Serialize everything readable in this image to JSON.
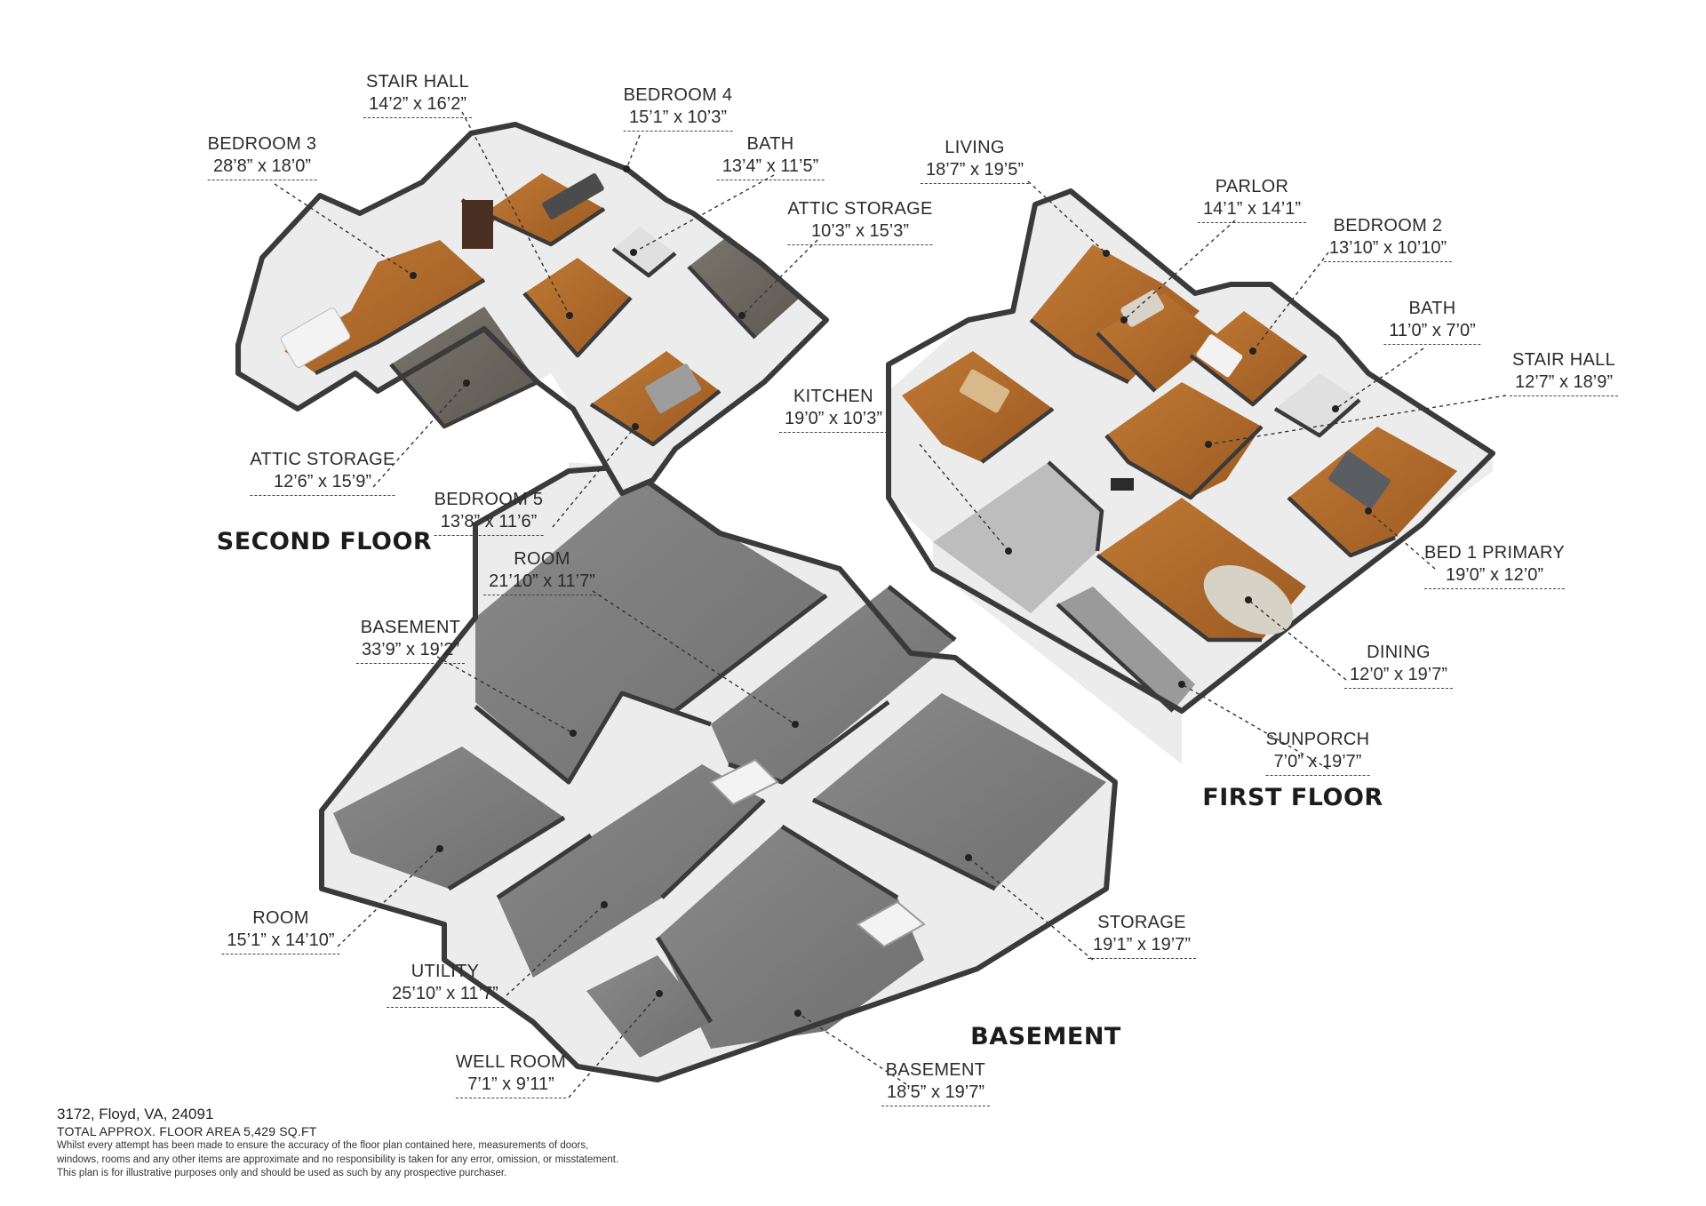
{
  "floors": {
    "second": "SECOND FLOOR",
    "first": "FIRST FLOOR",
    "basement": "BASEMENT"
  },
  "rooms": {
    "stair_hall_2": {
      "name": "STAIR HALL",
      "dims": "14’2” x 16’2”"
    },
    "bedroom_4": {
      "name": "BEDROOM 4",
      "dims": "15’1” x 10’3”"
    },
    "bedroom_3": {
      "name": "BEDROOM 3",
      "dims": "28’8” x 18’0”"
    },
    "bath_2": {
      "name": "BATH",
      "dims": "13’4” x 11’5”"
    },
    "attic_storage_a": {
      "name": "ATTIC STORAGE",
      "dims": "10’3” x 15’3”"
    },
    "attic_storage_b": {
      "name": "ATTIC STORAGE",
      "dims": "12’6” x 15’9”"
    },
    "bedroom_5": {
      "name": "BEDROOM 5",
      "dims": "13’8” x 11’6”"
    },
    "living": {
      "name": "LIVING",
      "dims": "18’7” x 19’5”"
    },
    "parlor": {
      "name": "PARLOR",
      "dims": "14’1” x 14’1”"
    },
    "bedroom_2": {
      "name": "BEDROOM 2",
      "dims": "13’10” x 10’10”"
    },
    "bath_1": {
      "name": "BATH",
      "dims": "11’0” x 7’0”"
    },
    "stair_hall_1": {
      "name": "STAIR HALL",
      "dims": "12’7” x 18’9”"
    },
    "kitchen": {
      "name": "KITCHEN",
      "dims": "19’0” x 10’3”"
    },
    "bed_1_primary": {
      "name": "BED 1 PRIMARY",
      "dims": "19’0” x 12’0”"
    },
    "dining": {
      "name": "DINING",
      "dims": "12’0” x 19’7”"
    },
    "sunporch": {
      "name": "SUNPORCH",
      "dims": "7’0” x 19’7”"
    },
    "room_b1": {
      "name": "ROOM",
      "dims": "21’10” x 11’7”"
    },
    "basement_a": {
      "name": "BASEMENT",
      "dims": "33’9” x 19’2”"
    },
    "room_b2": {
      "name": "ROOM",
      "dims": "15’1” x 14’10”"
    },
    "storage": {
      "name": "STORAGE",
      "dims": "19’1” x 19’7”"
    },
    "utility": {
      "name": "UTILITY",
      "dims": "25’10” x 11’7”"
    },
    "well_room": {
      "name": "WELL ROOM",
      "dims": "7’1” x 9’11”"
    },
    "basement_b": {
      "name": "BASEMENT",
      "dims": "18’5” x 19’7”"
    }
  },
  "footer": {
    "address": "3172, Floyd, VA, 24091",
    "total_area": "TOTAL APPROX. FLOOR AREA 5,429 SQ.FT",
    "disclaimer_1": "Whilst every attempt has been made to ensure the accuracy of the floor plan contained here, measurements of doors,",
    "disclaimer_2": "windows, rooms and any other items are approximate and no responsibility is taken for any error, omission, or misstatement.",
    "disclaimer_3": "This plan is for illustrative purposes only and should be used as such by any prospective purchaser."
  },
  "colors": {
    "wood_floor": "#b0692a",
    "grey_floor": "#7d7d7d",
    "attic_floor": "#6a665f",
    "wall_top": "#3a3a3a",
    "wall_face": "#e6e6e6"
  }
}
